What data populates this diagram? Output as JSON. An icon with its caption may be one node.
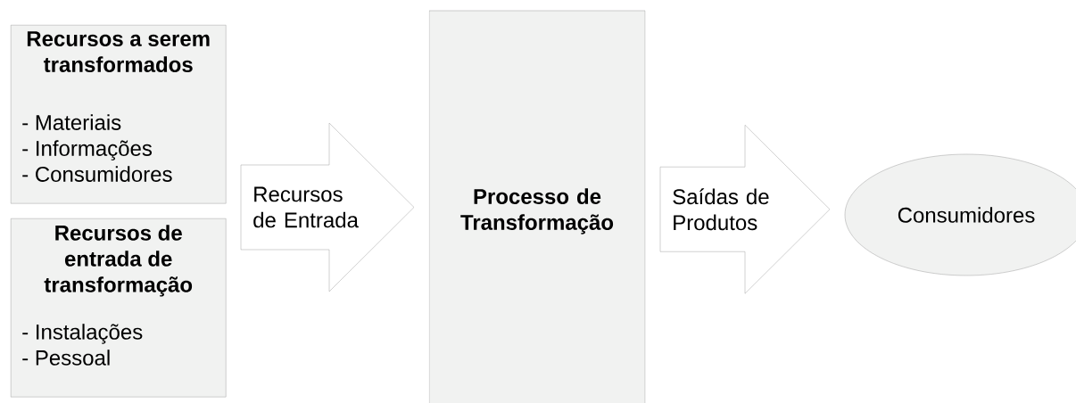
{
  "diagram": {
    "nodes": [
      {
        "text": [
          "Recursos a serem transformados",
          "- Materiais",
          "- Informações",
          "- Consumidores"
        ]
      },
      {
        "text": [
          "Recursos de entrada de transformação",
          "- Instalações",
          "- Pessoal"
        ]
      },
      {
        "text": [
          "Processo de Transformação"
        ]
      },
      {
        "text": [
          "Consumidores"
        ]
      }
    ],
    "edges": [
      {
        "from": 0,
        "to": 2,
        "arrow": "to",
        "label": "Recursos de Entrada"
      },
      {
        "from": 1,
        "to": 2,
        "arrow": "to"
      },
      {
        "from": 2,
        "to": 3,
        "arrow": "to",
        "label": "Saídas de Produtos"
      }
    ]
  }
}
